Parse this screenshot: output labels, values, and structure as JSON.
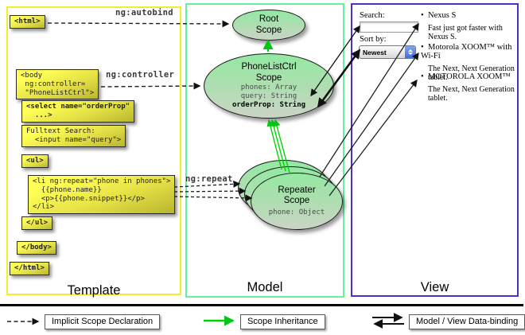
{
  "colors": {
    "template_border": "#f2ee2a",
    "model_border": "#63f2a3",
    "view_border": "#4a30cf",
    "box_yellow_top": "#ffff55",
    "box_yellow_bottom": "#b9b62f",
    "scope_green_top": "#93e9a2",
    "scope_green_bottom": "#cbd4c6",
    "arrow_green": "#00d300",
    "select_blue": "#3e6fe0"
  },
  "columns": {
    "template": "Template",
    "model": "Model",
    "view": "View"
  },
  "labels": {
    "ng_autobind": "ng:autobind",
    "ng_controller": "ng:controller",
    "ng_repeat": "ng:repeat"
  },
  "code": {
    "html_open": "<html>",
    "body_open": "<body\n ng:controller=\n \"PhoneListCtrl\">",
    "select": "<select name=\"orderProp\"\n  ...>",
    "fulltext": "Fulltext Search:\n  <input name=\"query\">",
    "ul_open": "<ul>",
    "li": "<li ng:repeat=\"phone in phones\">\n  {{phone.name}}\n  <p>{{phone.snippet}}</p>\n</li>",
    "ul_close": "</ul>",
    "body_close": "</body>",
    "html_close": "</html>"
  },
  "scopes": {
    "root": {
      "title": "Root\nScope"
    },
    "phonelist": {
      "title": "PhoneListCtrl\nScope",
      "prop1": "phones: Array",
      "prop2": "query: String",
      "prop3": "orderProp: String"
    },
    "repeater": {
      "title": "Repeater\nScope",
      "prop": "phone: Object"
    }
  },
  "view": {
    "search_label": "Search:",
    "sort_label": "Sort by:",
    "sort_value": "Newest",
    "items": [
      {
        "name": "Nexus S",
        "desc": "Fast just got faster with Nexus S."
      },
      {
        "name": "Motorola XOOM™ with Wi-Fi",
        "desc": "The Next, Next Generation tablet."
      },
      {
        "name": "MOTOROLA XOOM™",
        "desc": "The Next, Next Generation tablet."
      }
    ]
  },
  "legend": {
    "implicit": "Implicit Scope Declaration",
    "inheritance": "Scope Inheritance",
    "binding": "Model / View Data-binding"
  }
}
